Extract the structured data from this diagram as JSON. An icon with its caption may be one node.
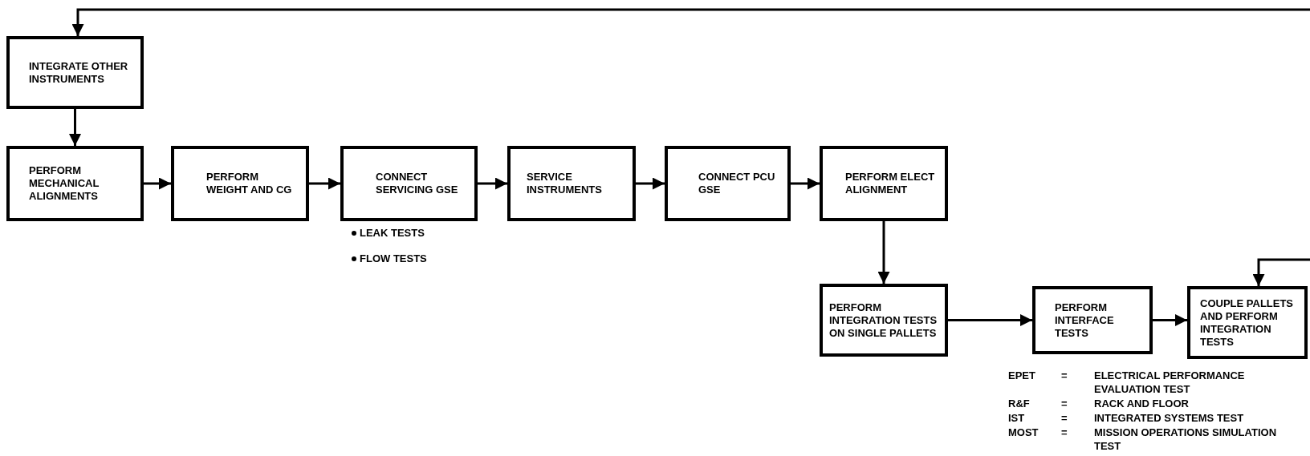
{
  "diagram": {
    "nodes": [
      {
        "text": [
          "INTEGRATE OTHER INSTRUMENTS"
        ]
      },
      {
        "text": [
          "PERFORM MECHANICAL ALIGNMENTS"
        ]
      },
      {
        "text": [
          "PERFORM WEIGHT AND CG"
        ]
      },
      {
        "text": [
          "CONNECT SERVICING GSE"
        ],
        "beside": [
          "LEAK TESTS",
          "FLOW TESTS"
        ]
      },
      {
        "text": [
          "SERVICE INSTRUMENTS"
        ]
      },
      {
        "text": [
          "CONNECT PCU GSE"
        ]
      },
      {
        "text": [
          "PERFORM ELECT ALIGNMENT"
        ]
      },
      {
        "text": [
          "PERFORM INTEGRATION TESTS ON SINGLE PALLETS"
        ]
      },
      {
        "text": [
          "PERFORM INTERFACE TESTS"
        ]
      },
      {
        "text": [
          "COUPLE PALLETS AND PERFORM INTEGRATION TESTS"
        ]
      }
    ],
    "edges": [
      {
        "from": null,
        "to": 0,
        "arrow": "to"
      },
      {
        "from": 0,
        "to": 1,
        "arrow": "to"
      },
      {
        "from": 1,
        "to": 2,
        "arrow": "to"
      },
      {
        "from": 2,
        "to": 3,
        "arrow": "to"
      },
      {
        "from": 3,
        "to": 4,
        "arrow": "to"
      },
      {
        "from": 4,
        "to": 5,
        "arrow": "to"
      },
      {
        "from": 5,
        "to": 6,
        "arrow": "to"
      },
      {
        "from": 6,
        "to": 7,
        "arrow": "to"
      },
      {
        "from": 7,
        "to": 8,
        "arrow": "to"
      },
      {
        "from": 8,
        "to": 9,
        "arrow": "to"
      },
      {
        "from": null,
        "to": 9,
        "arrow": "to"
      }
    ],
    "labels": [
      "EPET",
      "=",
      "ELECTRICAL PERFORMANCE EVALUATION TEST",
      "R&F",
      "=",
      "RACK AND FLOOR",
      "IST",
      "=",
      "INTEGRATED SYSTEMS TEST",
      "MOST",
      "=",
      "MISSION OPERATIONS SIMULATION TEST"
    ]
  }
}
